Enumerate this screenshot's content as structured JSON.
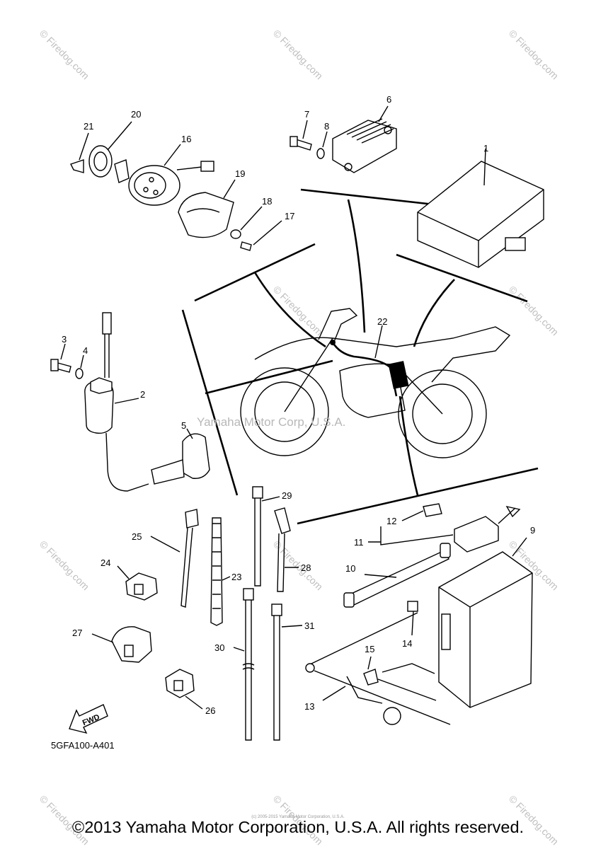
{
  "diagram": {
    "part_labels": [
      "1",
      "2",
      "3",
      "4",
      "5",
      "6",
      "7",
      "8",
      "9",
      "10",
      "11",
      "12",
      "13",
      "14",
      "15",
      "16",
      "17",
      "18",
      "19",
      "20",
      "21",
      "22",
      "23",
      "24",
      "25",
      "26",
      "27",
      "28",
      "29",
      "30",
      "31"
    ],
    "diagram_code": "5GFA100-A401",
    "fwd_label": "FWD",
    "center_watermark": "Yamaha Motor Corp, U.S.A.",
    "watermark_text": "© Firedog.com",
    "small_notice": "(c) 2005-2015 Yamaha Motor Corporation, U.S.A.",
    "copyright": "©2013 Yamaha Motor Corporation, U.S.A. All rights reserved."
  }
}
